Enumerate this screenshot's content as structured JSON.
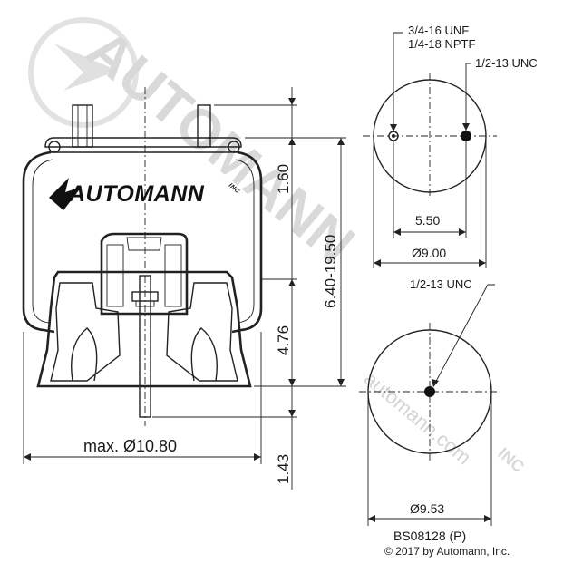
{
  "brand": {
    "logo_text": "AUTOMANN",
    "logo_suffix": "INC",
    "watermark_text": "AUTOMANN",
    "watermark_suffix": "INC",
    "watermark_url": "automann.com"
  },
  "side_view": {
    "dim_top_height": "1.60",
    "dim_total_height": "6.40-19.50",
    "dim_piston_height": "4.76",
    "dim_stud_length": "1.43",
    "dim_max_diameter": "max. Ø10.80"
  },
  "top_view": {
    "callout_fitting_line1": "3/4-16 UNF",
    "callout_fitting_line2": "1/4-18 NPTF",
    "callout_stud": "1/2-13 UNC",
    "dim_hole_spacing": "5.50",
    "dim_plate_diameter": "Ø9.00"
  },
  "bottom_view": {
    "callout_stud": "1/2-13 UNC",
    "dim_piston_diameter": "Ø9.53"
  },
  "footer": {
    "part_number": "BS08128 (P)",
    "copyright": "© 2017 by Automann, Inc."
  }
}
